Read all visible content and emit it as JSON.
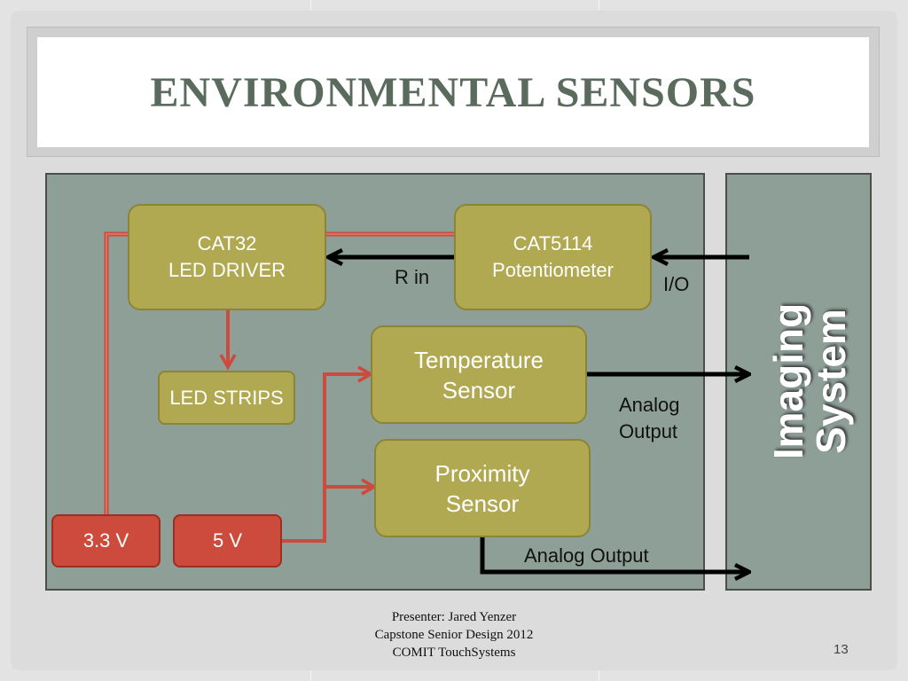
{
  "title": "ENVIRONMENTAL SENSORS",
  "blocks": {
    "cat32": {
      "line1": "CAT32",
      "line2": "LED DRIVER"
    },
    "cat5114": {
      "line1": "CAT5114",
      "line2": "Potentiometer"
    },
    "temperature": {
      "line1": "Temperature",
      "line2": "Sensor"
    },
    "proximity": {
      "line1": "Proximity",
      "line2": "Sensor"
    },
    "led_strips": "LED STRIPS",
    "v33": "3.3 V",
    "v5": "5 V"
  },
  "labels": {
    "r_in": "R in",
    "io": "I/O",
    "analog_output_1": {
      "line1": "Analog",
      "line2": "Output"
    },
    "analog_output_2": "Analog Output"
  },
  "imaging": {
    "line1": "Imaging",
    "line2": "System"
  },
  "footer": {
    "line1": "Presenter: Jared Yenzer",
    "line2": "Capstone Senior Design 2012",
    "line3": "COMIT TouchSystems"
  },
  "page_number": "13",
  "colors": {
    "block_fill": "#b1a951",
    "power_fill": "#cc4b3c",
    "panel_fill": "#8e9f98",
    "title_text": "#5a6b5e",
    "wire_red": "#cc4b3c"
  }
}
